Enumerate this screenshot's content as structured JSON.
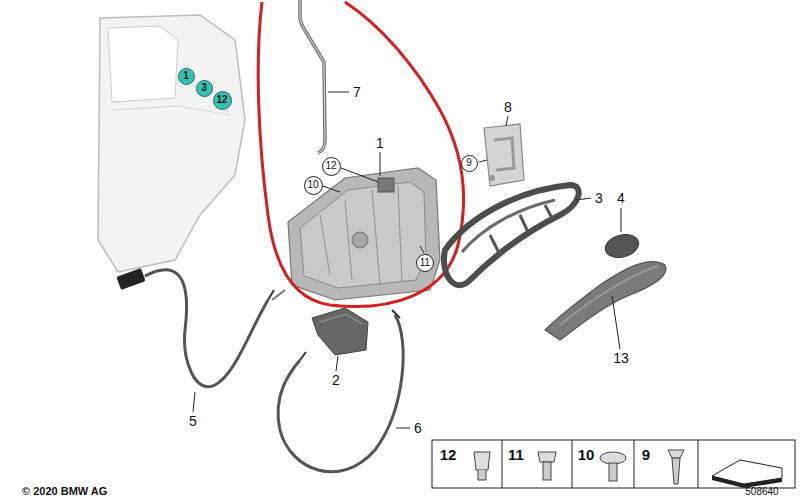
{
  "diagram": {
    "nodes": [
      {
        "text": [
          "1"
        ]
      },
      {
        "text": [
          "3"
        ]
      },
      {
        "text": [
          "12"
        ]
      },
      {
        "text": [
          "12"
        ]
      },
      {
        "text": [
          "10"
        ]
      },
      {
        "text": [
          "11"
        ]
      },
      {
        "text": [
          "9"
        ]
      }
    ],
    "labels": [
      "7",
      "1",
      "8",
      "3",
      "4",
      "13",
      "2",
      "5",
      "6",
      "12",
      "11",
      "10",
      "9",
      "© 2020 BMW AG",
      "508640"
    ]
  }
}
